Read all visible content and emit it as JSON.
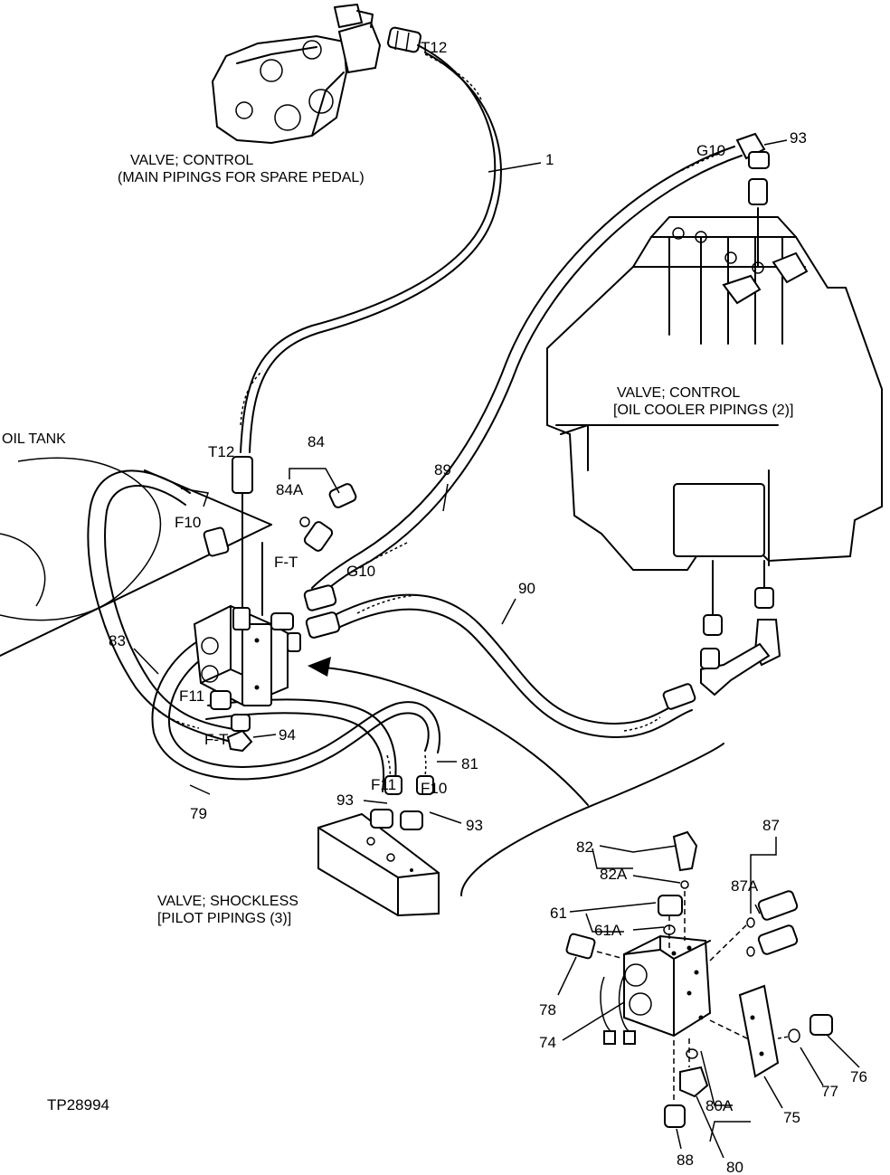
{
  "figure_id": "TP28994",
  "captions": {
    "main_valve_l1": "VALVE; CONTROL",
    "main_valve_l2": "(MAIN PIPINGS FOR SPARE PEDAL)",
    "cooler_valve_l1": "VALVE; CONTROL",
    "cooler_valve_l2": "[OIL COOLER PIPINGS (2)]",
    "oil_tank": "OIL TANK",
    "shockless_l1": "VALVE; SHOCKLESS",
    "shockless_l2": "[PILOT PIPINGS (3)]"
  },
  "fitting_codes": {
    "t12_top": "T12",
    "t12_mid": "T12",
    "g10_top": "G10",
    "g10_mid": "G10",
    "f10_left": "F10",
    "f10_bottom": "F10",
    "f11_left": "F11",
    "f11_bottom": "F11",
    "ft_upper": "F-T",
    "ft_lower": "F-T"
  },
  "part_numbers": {
    "p1": "1",
    "p93_top": "93",
    "p84": "84",
    "p84a": "84A",
    "p89": "89",
    "p90": "90",
    "p83": "83",
    "p94": "94",
    "p81": "81",
    "p79": "79",
    "p93_left": "93",
    "p93_right": "93",
    "p82": "82",
    "p82a": "82A",
    "p87": "87",
    "p87a": "87A",
    "p61": "61",
    "p61a": "61A",
    "p78": "78",
    "p74": "74",
    "p76": "76",
    "p77": "77",
    "p75": "75",
    "p80a": "80A",
    "p88": "88",
    "p80": "80"
  }
}
